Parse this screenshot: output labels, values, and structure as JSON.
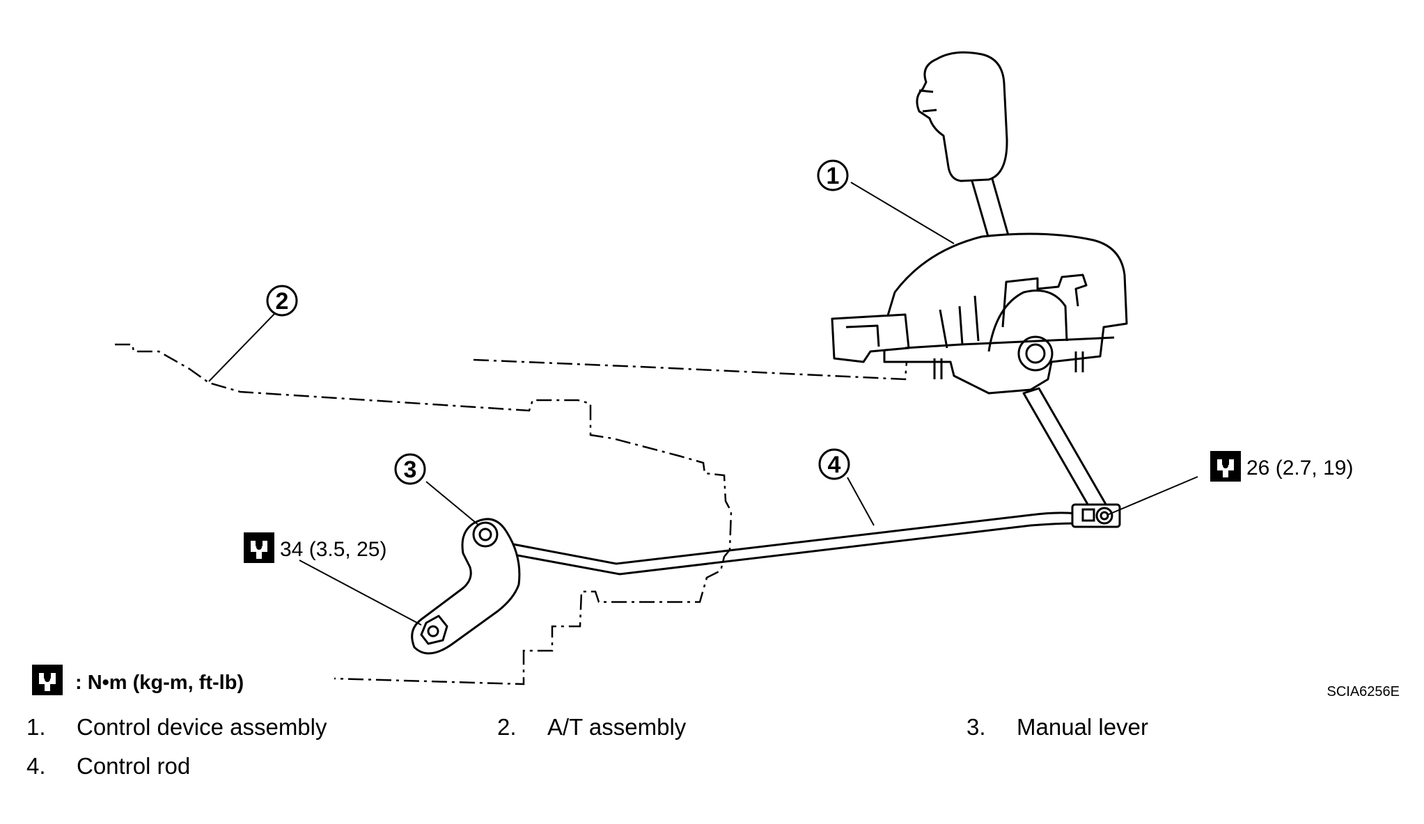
{
  "callouts": [
    "1",
    "2",
    "3",
    "4"
  ],
  "torque_specs": {
    "upper": "26 (2.7, 19)",
    "lower": "34 (3.5, 25)"
  },
  "legend": {
    "icon": "torque-wrench-icon",
    "text": ": N•m  (kg-m,  ft-lb)"
  },
  "figure_code": "SCIA6256E",
  "parts": [
    {
      "num": "1.",
      "name": "Control device assembly"
    },
    {
      "num": "2.",
      "name": "A/T assembly"
    },
    {
      "num": "3.",
      "name": "Manual lever"
    },
    {
      "num": "4.",
      "name": "Control rod"
    }
  ]
}
